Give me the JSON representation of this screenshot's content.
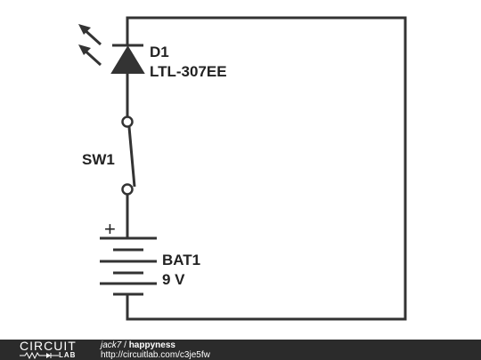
{
  "components": {
    "led": {
      "ref": "D1",
      "value": "LTL-307EE"
    },
    "switch": {
      "ref": "SW1"
    },
    "battery": {
      "ref": "BAT1",
      "value": "9 V",
      "polarity": "+"
    }
  },
  "footer": {
    "logo_top": "CIRCUIT",
    "logo_bottom": "LAB",
    "author": "jack7",
    "separator": " / ",
    "title": "happyness",
    "url": "http://circuitlab.com/c3je5fw"
  },
  "colors": {
    "wire": "#333333",
    "footer_bg": "#2b2b2b",
    "text": "#222222"
  }
}
